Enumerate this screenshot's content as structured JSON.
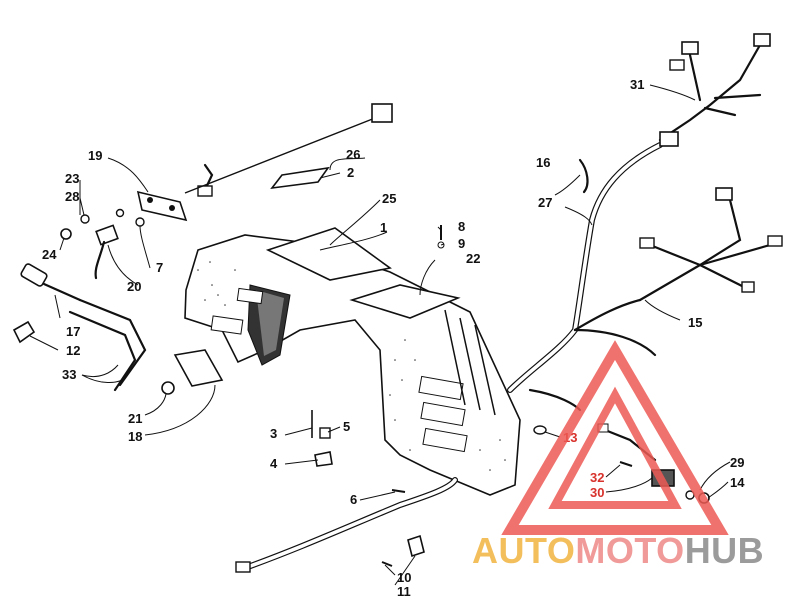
{
  "callouts": [
    {
      "id": "1",
      "label": "1"
    },
    {
      "id": "2",
      "label": "2"
    },
    {
      "id": "3",
      "label": "3"
    },
    {
      "id": "4",
      "label": "4"
    },
    {
      "id": "5",
      "label": "5"
    },
    {
      "id": "6",
      "label": "6"
    },
    {
      "id": "7",
      "label": "7"
    },
    {
      "id": "8",
      "label": "8"
    },
    {
      "id": "9",
      "label": "9"
    },
    {
      "id": "10",
      "label": "10"
    },
    {
      "id": "11",
      "label": "11"
    },
    {
      "id": "12",
      "label": "12"
    },
    {
      "id": "13",
      "label": "13"
    },
    {
      "id": "14",
      "label": "14"
    },
    {
      "id": "15",
      "label": "15"
    },
    {
      "id": "16",
      "label": "16"
    },
    {
      "id": "17",
      "label": "17"
    },
    {
      "id": "18",
      "label": "18"
    },
    {
      "id": "19",
      "label": "19"
    },
    {
      "id": "20",
      "label": "20"
    },
    {
      "id": "21",
      "label": "21"
    },
    {
      "id": "22",
      "label": "22"
    },
    {
      "id": "23",
      "label": "23"
    },
    {
      "id": "24",
      "label": "24"
    },
    {
      "id": "25",
      "label": "25"
    },
    {
      "id": "26",
      "label": "26"
    },
    {
      "id": "27",
      "label": "27"
    },
    {
      "id": "28",
      "label": "28"
    },
    {
      "id": "29",
      "label": "29"
    },
    {
      "id": "30",
      "label": "30"
    },
    {
      "id": "31",
      "label": "31"
    },
    {
      "id": "32",
      "label": "32"
    },
    {
      "id": "33",
      "label": "33"
    }
  ],
  "watermark": {
    "part1": "AUTO",
    "part2": "MOTO",
    "part3": "HUB",
    "color1": "#f2b441",
    "color2": "#ee8a88",
    "color3": "#8a8a8a",
    "triangle_color": "#ee5a55"
  }
}
